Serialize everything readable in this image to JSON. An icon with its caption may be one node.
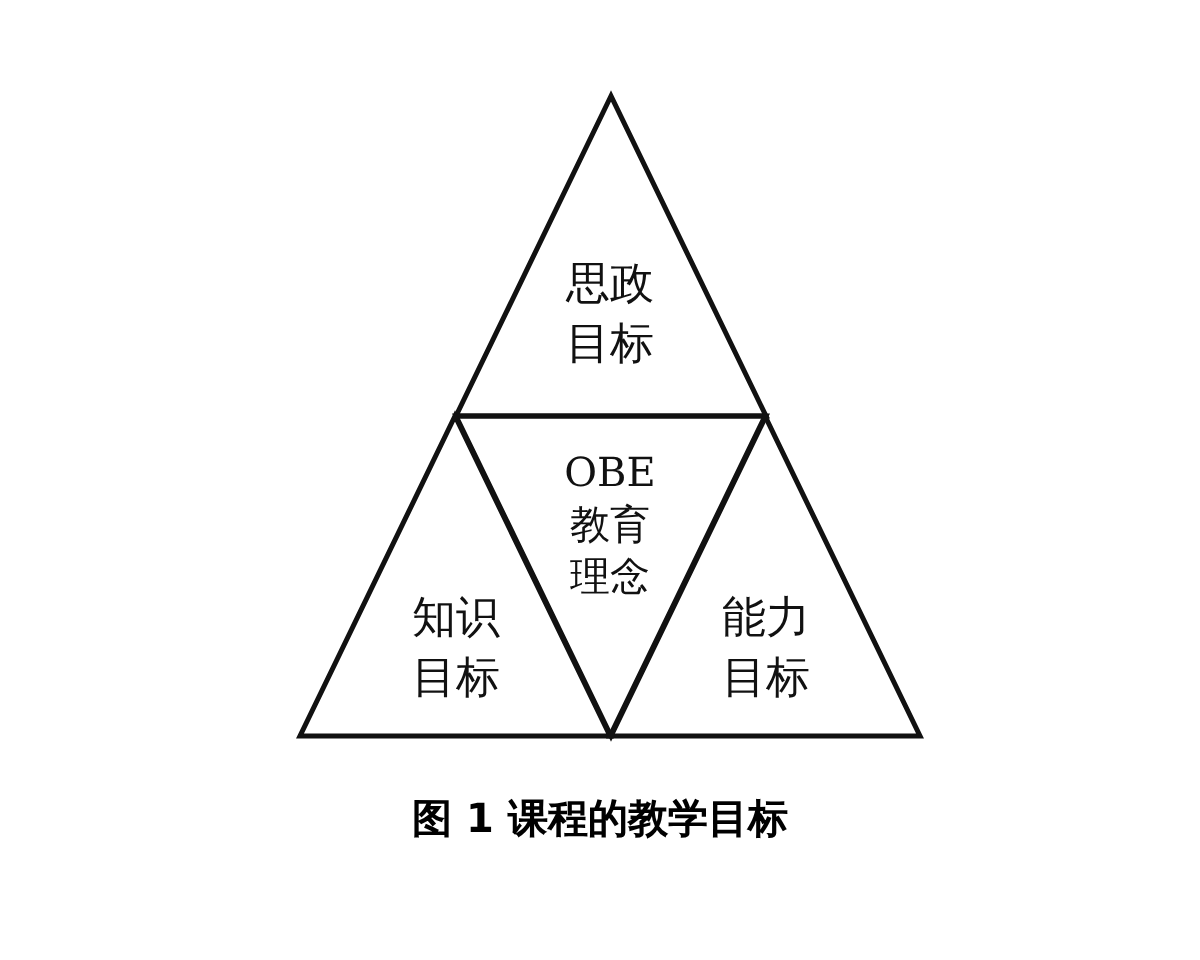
{
  "diagram": {
    "caption": "图 1 课程的教学目标",
    "nodes": [
      {
        "text": [
          "思政目标"
        ]
      },
      {
        "text": [
          "OBE教育理念"
        ]
      },
      {
        "text": [
          "知识目标"
        ]
      },
      {
        "text": [
          "能力目标"
        ]
      }
    ]
  }
}
